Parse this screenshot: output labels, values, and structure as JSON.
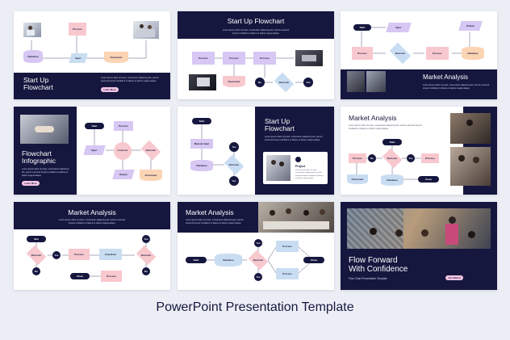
{
  "footer_title": "PowerPoint Presentation Template",
  "lorem": "Lorem ipsum dolor sit amet, consectetur adipiscing elit, sed do eiusmod tempor incididunt ut labore et dolore magna aliqua.",
  "learn_more": "Learn More",
  "get_started": "Get Started",
  "labels": {
    "process": "Process",
    "document": "Document",
    "database": "Database",
    "input": "Input",
    "output": "Output",
    "start": "Start",
    "no": "No",
    "yes": "Yes",
    "decision": "Decision",
    "close": "Close",
    "flowchart": "Flowchart",
    "manual_input": "Manual Input",
    "star": "Star",
    "project": "Project"
  },
  "slides": {
    "s1": {
      "title_line1": "Start Up",
      "title_line2": "Flowchart"
    },
    "s2": {
      "title": "Start Up Flowchart"
    },
    "s3": {
      "title": "Market Analysis"
    },
    "s4": {
      "title_line1": "Flowchart",
      "title_line2": "Infographic"
    },
    "s5": {
      "title_line1": "Start Up",
      "title_line2": "Flowchart"
    },
    "s6": {
      "title": "Market Analysis"
    },
    "s7": {
      "title": "Market Analysis"
    },
    "s8": {
      "title": "Market Analysis"
    },
    "s9": {
      "title_line1": "Flow Forward",
      "title_line2": "With Confidence",
      "subtitle": "Flow Chart Presentation Template"
    }
  }
}
